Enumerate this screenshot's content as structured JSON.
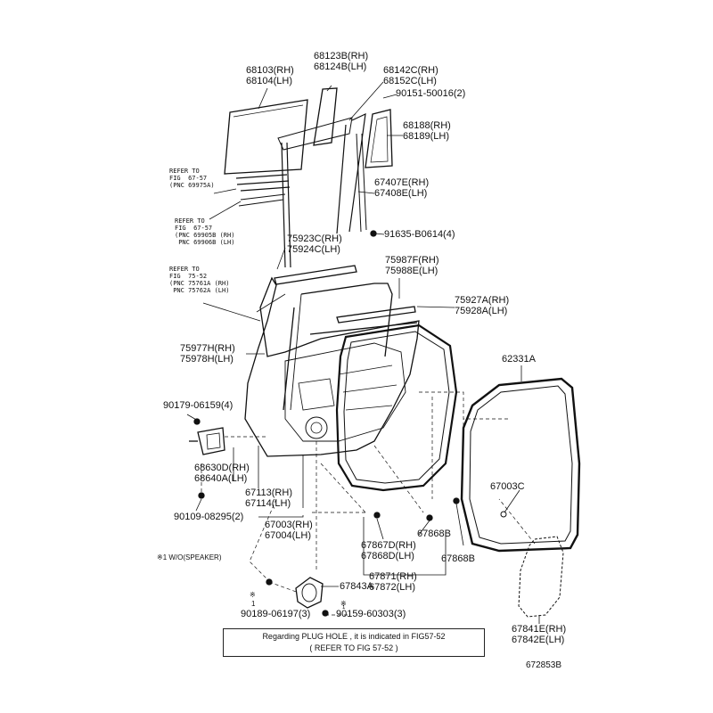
{
  "parts": {
    "p68103": "68103(RH)",
    "p68104": "68104(LH)",
    "p68123B": "68123B(RH)",
    "p68124B": "68124B(LH)",
    "p68142C": "68142C(RH)",
    "p68152C": "68152C(LH)",
    "p90151": "90151-50016(2)",
    "p68188": "68188(RH)",
    "p68189": "68189(LH)",
    "p67407E": "67407E(RH)",
    "p67408E": "67408E(LH)",
    "p91635": "91635-B0614(4)",
    "p75923C": "75923C(RH)",
    "p75924C": "75924C(LH)",
    "p75987F": "75987F(RH)",
    "p75988E": "75988E(LH)",
    "p75927A": "75927A(RH)",
    "p75928A": "75928A(LH)",
    "p75977H": "75977H(RH)",
    "p75978H": "75978H(LH)",
    "p62331A": "62331A",
    "p90179": "90179-06159(4)",
    "p68630D": "68630D(RH)",
    "p68640A": "68640A(LH)",
    "p67113H": "67113(RH)",
    "p67114H": "67114(LH)",
    "p67003C": "67003C",
    "p90109": "90109-08295(2)",
    "p67003": "67003(RH)",
    "p67004": "67004(LH)",
    "p67868B_a": "67868B",
    "p67867D": "67867D(RH)",
    "p67868D": "67868D(LH)",
    "p67868B_b": "67868B",
    "p67871": "67871(RH)",
    "p67872": "67872(LH)",
    "wospeaker": "※1 W/O(SPEAKER)",
    "p67843A": "67843A",
    "star1a": "※",
    "star1b": "1",
    "star2a": "※",
    "star2b": "1",
    "p90189": "90189-06197(3)",
    "p90159": "90159-60303(3)",
    "p67841E": "67841E(RH)",
    "p67842E": "67842E(LH)",
    "fig_no": "672853B"
  },
  "refs": {
    "ref1": "REFER TO\nFIG  67-57\n(PNC 69975A)",
    "ref2": "REFER TO\nFIG  67-57\n(PNC 69905B (RH)\n PNC 69906B (LH)",
    "ref3": "REFER TO\nFIG  75-52\n(PNC 75761A (RH)\n PNC 75762A (LH)"
  },
  "note": {
    "line1": "Regarding  PLUG HOLE  , it is indicated in FIG57-52",
    "line2": "( REFER TO FIG  57-52 )"
  }
}
